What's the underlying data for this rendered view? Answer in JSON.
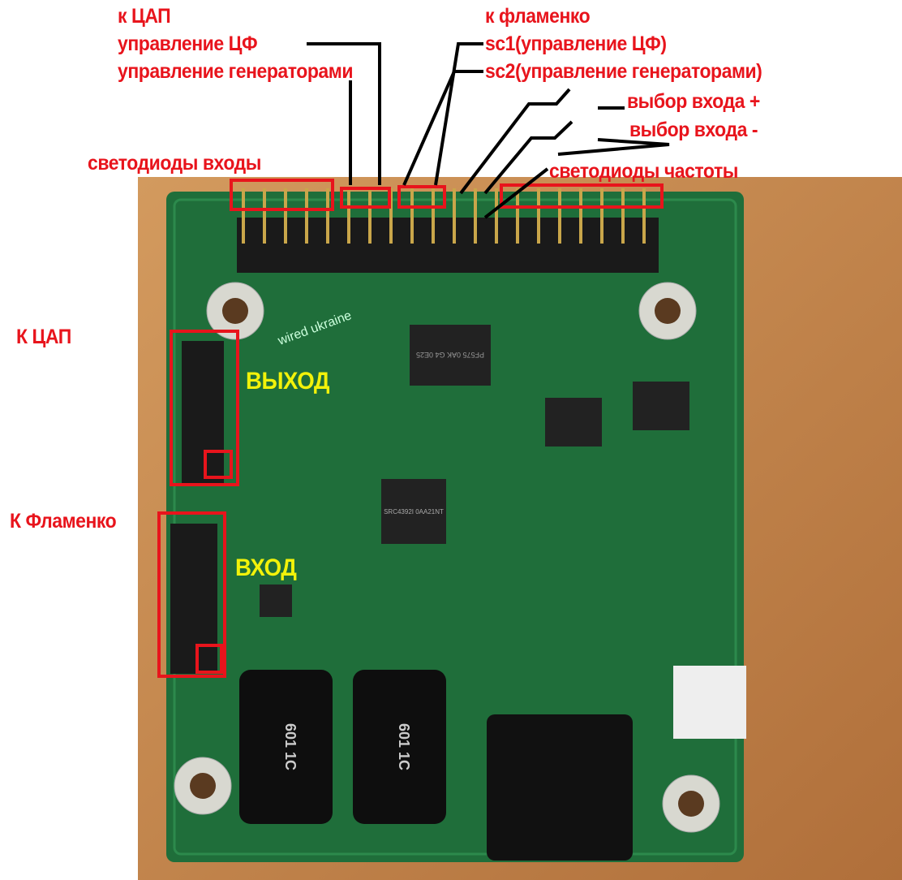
{
  "annotations": {
    "dac_header": "к ЦАП",
    "dac_filter_control": "управление ЦФ",
    "dac_generator_control": "управление генераторами",
    "flamenco_header": "к фламенко",
    "sc1": "sc1(управление ЦФ)",
    "sc2": "sc2(управление генераторами)",
    "input_select_plus": "выбор входа +",
    "input_select_minus": "выбор входа -",
    "leds_inputs": "светодиоды входы",
    "leds_frequency": "светодиоды частоты",
    "to_dac_left": "К ЦАП",
    "to_flamenco_left": "К Фламенко",
    "output": "ВЫХОД",
    "input": "ВХОД"
  },
  "board": {
    "silkscreen_logo": "wired ukraine",
    "main_chip": "SRC4392I 0AA21NT",
    "upper_chip": "PF575 0AK G4 0E25",
    "transformer_marking": "601 1C"
  },
  "colors": {
    "annotation": "#e8141c",
    "highlight": "#f2f20a",
    "board": "#1f6e3a",
    "wood": "#c98a4e"
  }
}
